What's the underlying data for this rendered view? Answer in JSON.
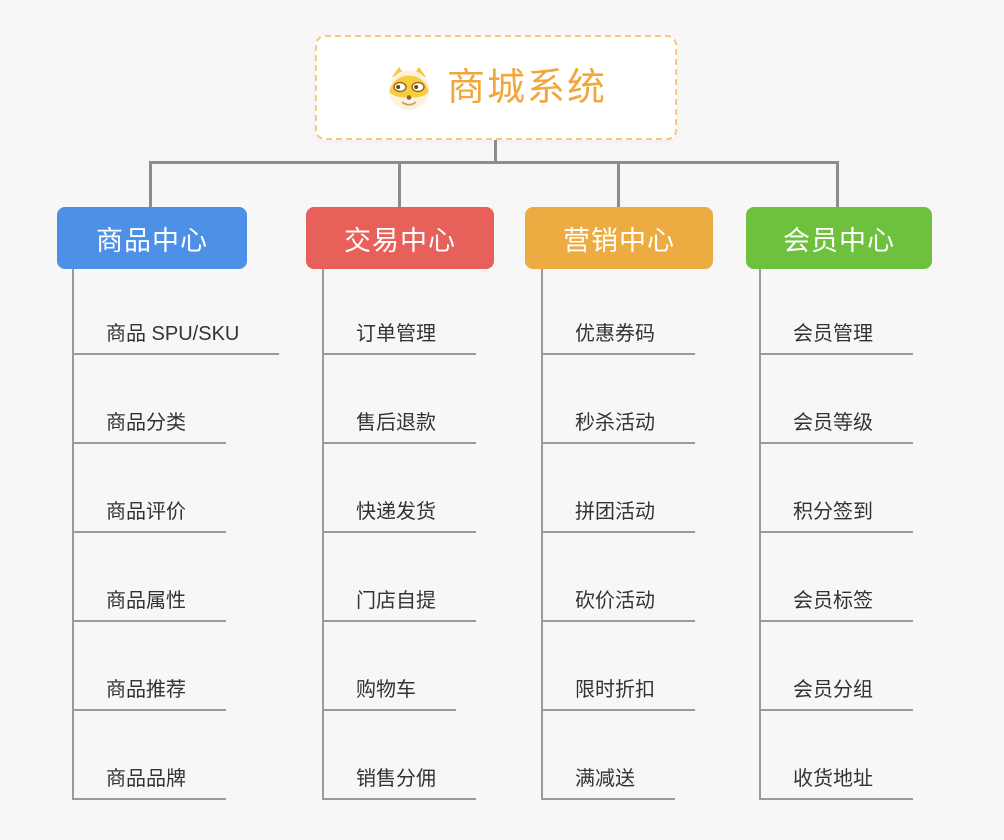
{
  "canvas": {
    "css_vars": {
      "bg": "#f7f7f7",
      "connector": "#8c8c8c",
      "leaf-line": "#9a9a9a",
      "leaf-text": "#333333",
      "root-border": "#f6c97c"
    }
  },
  "root": {
    "title": "商城系统",
    "icon": "dog-face-icon",
    "text_color": "#f0a73e",
    "bg": "#ffffff"
  },
  "branches": [
    {
      "label": "商品中心",
      "color": "#4c90e8",
      "children": [
        "商品 SPU/SKU",
        "商品分类",
        "商品评价",
        "商品属性",
        "商品推荐",
        "商品品牌"
      ]
    },
    {
      "label": "交易中心",
      "color": "#e8605a",
      "children": [
        "订单管理",
        "售后退款",
        "快递发货",
        "门店自提",
        "购物车",
        "销售分佣"
      ]
    },
    {
      "label": "营销中心",
      "color": "#ecac41",
      "children": [
        "优惠券码",
        "秒杀活动",
        "拼团活动",
        "砍价活动",
        "限时折扣",
        "满减送"
      ]
    },
    {
      "label": "会员中心",
      "color": "#6ec13c",
      "children": [
        "会员管理",
        "会员等级",
        "积分签到",
        "会员标签",
        "会员分组",
        "收货地址"
      ]
    }
  ]
}
